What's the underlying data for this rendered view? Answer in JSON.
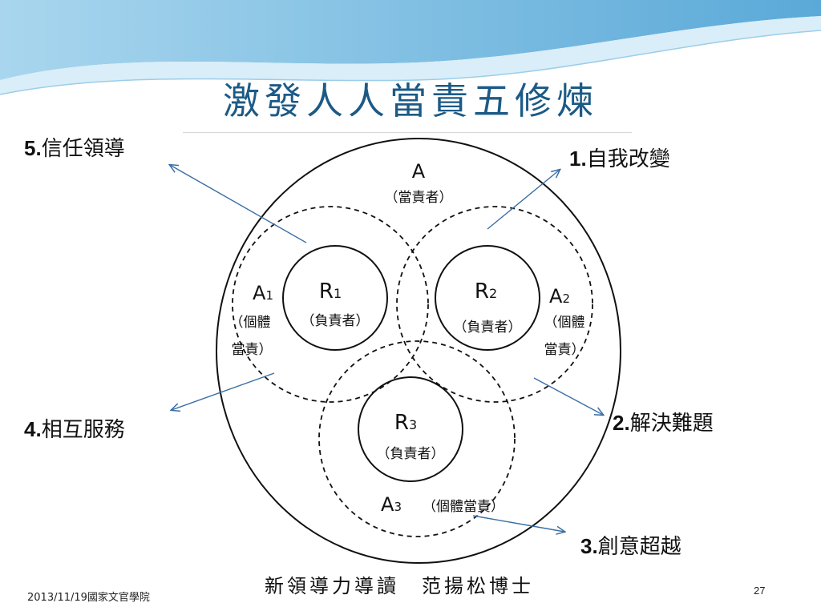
{
  "slide": {
    "title": "激發人人當責五修煉",
    "footer_date": "2013/11/19國家文官學院",
    "page_number": "27",
    "caption": "新領導力導讀　范揚松博士"
  },
  "callouts": [
    {
      "num": "1.",
      "text": "自我改變"
    },
    {
      "num": "2.",
      "text": "解決難題"
    },
    {
      "num": "3.",
      "text": "創意超越"
    },
    {
      "num": "4.",
      "text": "相互服務"
    },
    {
      "num": "5.",
      "text": "信任領導"
    }
  ],
  "diagram": {
    "outer_letter": "A",
    "outer_role": "（當責者）",
    "r1": {
      "letter": "R",
      "sub": "1",
      "role": "（負責者）"
    },
    "r2": {
      "letter": "R",
      "sub": "2",
      "role": "（負責者）"
    },
    "r3": {
      "letter": "R",
      "sub": "3",
      "role": "（負責者）"
    },
    "a1": {
      "letter": "A",
      "sub": "1",
      "role_line1": "（個體",
      "role_line2": "當責）"
    },
    "a2": {
      "letter": "A",
      "sub": "2",
      "role_line1": "（個體",
      "role_line2": "當責）"
    },
    "a3": {
      "letter": "A",
      "sub": "3",
      "role": "（個體當責）"
    }
  },
  "colors": {
    "title": "#1c5a86",
    "arrow": "#3a6ea5",
    "wave_light": "#cfe8f5",
    "wave_mid": "#7fc1e3"
  }
}
